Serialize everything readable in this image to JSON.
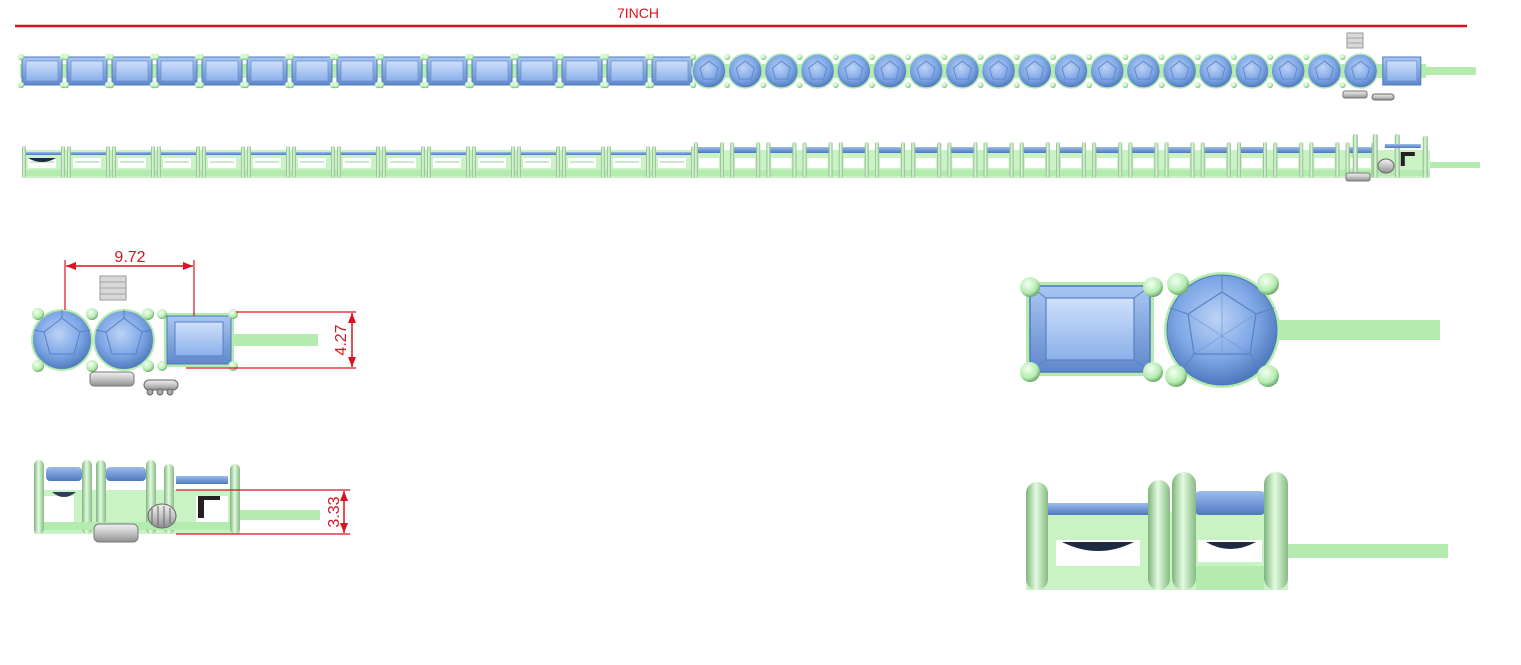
{
  "labels": {
    "length": "7INCH",
    "width_dim": "9.72",
    "height_dim": "4.27",
    "depth_dim": "3.33"
  },
  "bracelet": {
    "emerald_count": 15,
    "round_count": 19
  },
  "colors": {
    "stone": "#7ea7e6",
    "stone_dark": "#4f78bd",
    "stone_light": "#bcd3f5",
    "metal": "#b4ecb0",
    "metal_dark": "#79b576",
    "metal_light": "#dcf8d9",
    "clasp": "#c4c4c4",
    "dimension": "#d9141e"
  }
}
